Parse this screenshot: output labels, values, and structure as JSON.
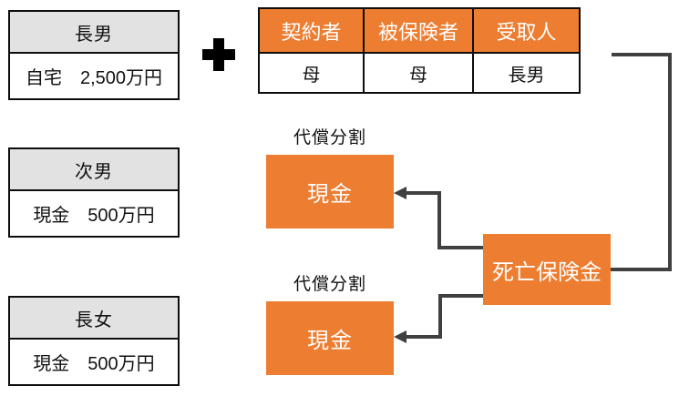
{
  "colors": {
    "accent_orange": "#ED7D31",
    "connector_gray": "#404040",
    "header_gray": "#E2E2E2",
    "border_black": "#0D0D0D"
  },
  "icons": {
    "plus": "plus-icon"
  },
  "heirs": [
    {
      "name": "長男",
      "asset": "自宅　2,500万円"
    },
    {
      "name": "次男",
      "asset": "現金　500万円"
    },
    {
      "name": "長女",
      "asset": "現金　500万円"
    }
  ],
  "policy_table": {
    "headers": [
      "契約者",
      "被保険者",
      "受取人"
    ],
    "values": [
      "母",
      "母",
      "長男"
    ]
  },
  "compensation": [
    {
      "label": "代償分割",
      "box_label": "現金"
    },
    {
      "label": "代償分割",
      "box_label": "現金"
    }
  ],
  "benefit_box_label": "死亡保険金"
}
